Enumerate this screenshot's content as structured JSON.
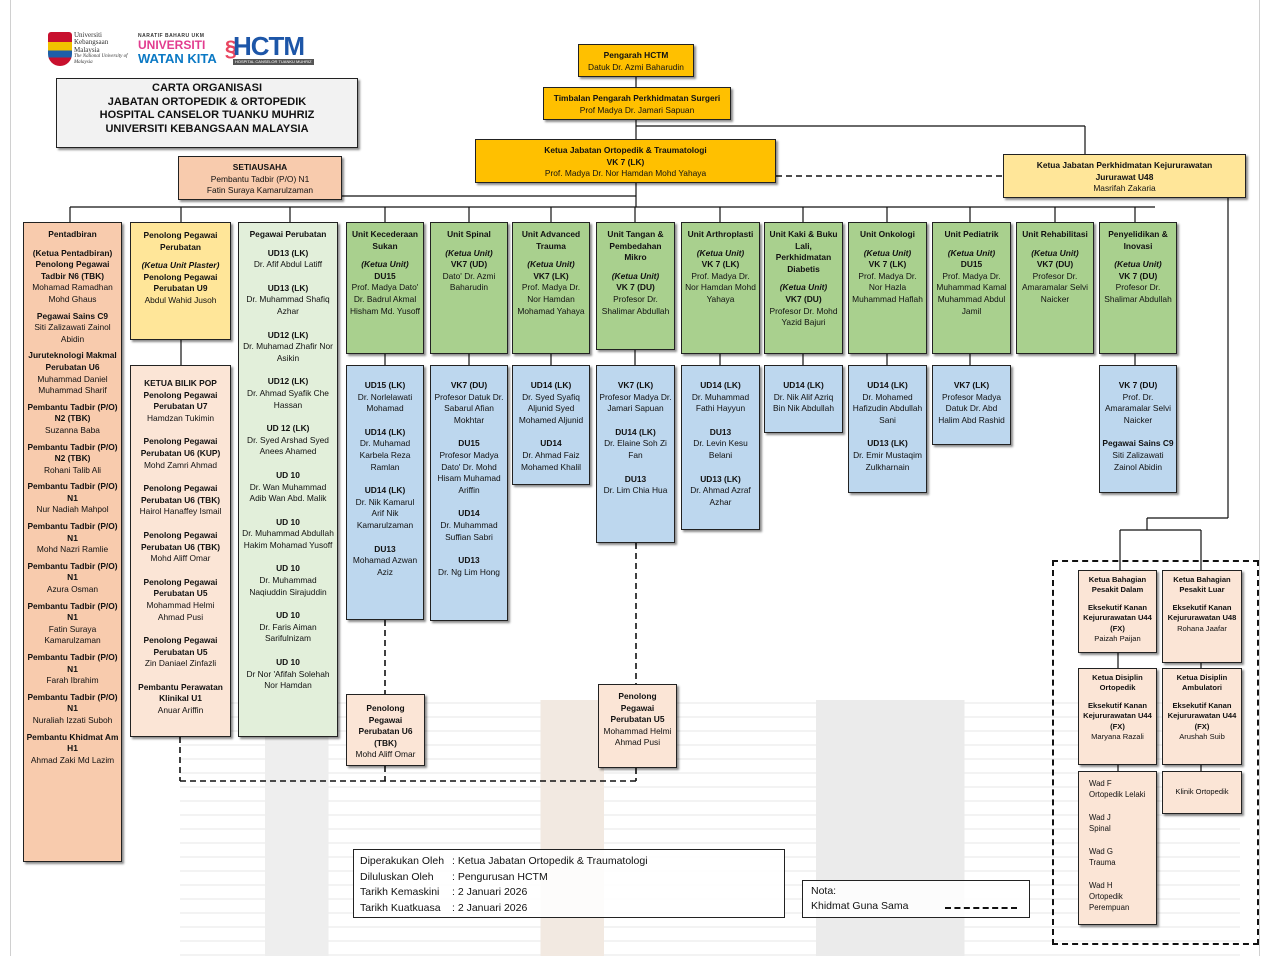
{
  "header": {
    "logos": {
      "ukm": [
        "Universiti",
        "Kebangsaan",
        "Malaysia",
        "The National University of Malaysia"
      ],
      "watan_kita": {
        "tagline": "NARATIF BAHARU UKM",
        "line1": "UNIVERSITI",
        "line2": "WATAN KITA"
      },
      "hctm": {
        "mark": "HCTM",
        "sub": "HOSPITAL CANSELOR TUANKU MUHRIZ"
      }
    },
    "title_lines": [
      "CARTA ORGANISASI",
      "JABATAN ORTOPEDIK & ORTOPEDIK",
      "HOSPITAL CANSELOR TUANKU MUHRIZ",
      "UNIVERSITI KEBANGSAAN MALAYSIA"
    ]
  },
  "top": {
    "pengarah": {
      "title": "Pengarah HCTM",
      "name": "Datuk Dr. Azmi Baharudin"
    },
    "timbalan": {
      "title": "Timbalan Pengarah Perkhidmatan Surgeri",
      "name": "Prof Madya Dr. Jamari Sapuan"
    },
    "ketua_jabatan": {
      "title": "Ketua Jabatan Ortopedik & Traumatologi",
      "grade": "VK 7 (LK)",
      "name": "Prof. Madya Dr. Nor Hamdan Mohd Yahaya"
    },
    "setiausaha": {
      "title": "SETIAUSAHA",
      "grade": "Pembantu Tadbir (P/O) N1",
      "name": "Fatin Suraya Kamarulzaman"
    },
    "kejururawatan": {
      "title": "Ketua Jabatan Perkhidmatan Kejururawatan",
      "grade": "Jururawat U48",
      "name": "Masrifah Zakaria"
    }
  },
  "pentadbiran": {
    "title": "Pentadbiran",
    "entries": [
      {
        "role": "(Ketua Pentadbiran) Penolong Pegawai Tadbir N6 (TBK)",
        "name": "Mohamad Ramadhan Mohd Ghaus"
      },
      {
        "role": "Pegawai Sains C9",
        "name": "Siti Zalizawati Zainol Abidin"
      },
      {
        "role": "Juruteknologi Makmal Perubatan U6",
        "name": "Muhammad Daniel Muhammad Sharif"
      },
      {
        "role": "Pembantu Tadbir (P/O) N2 (TBK)",
        "name": "Suzanna Baba"
      },
      {
        "role": "Pembantu Tadbir (P/O) N2 (TBK)",
        "name": "Rohani Talib Ali"
      },
      {
        "role": "Pembantu Tadbir (P/O) N1",
        "name": "Nur Nadiah Mahpol"
      },
      {
        "role": "Pembantu Tadbir (P/O) N1",
        "name": "Mohd Nazri Ramlie"
      },
      {
        "role": "Pembantu Tadbir (P/O) N1",
        "name": "Azura Osman"
      },
      {
        "role": "Pembantu Tadbir (P/O) N1",
        "name": "Fatin Suraya Kamarulzaman"
      },
      {
        "role": "Pembantu Tadbir (P/O) N1",
        "name": "Farah Ibrahim"
      },
      {
        "role": "Pembantu Tadbir (P/O) N1",
        "name": "Nuraliah Izzati Suboh"
      },
      {
        "role": "Pembantu Khidmat Am H1",
        "name": "Ahmad Zaki Md Lazim"
      }
    ]
  },
  "ppp": {
    "title": "Penolong Pegawai Perubatan",
    "sub_italic": "(Ketua Unit Plaster)",
    "role": "Penolong Pegawai Perubatan U9",
    "name": "Abdul Wahid Jusoh"
  },
  "bilik_pop": {
    "entries": [
      {
        "role": "KETUA BILIK POP Penolong Pegawai Perubatan U7",
        "name": "Hamdzan Tukimin"
      },
      {
        "role": "Penolong Pegawai Perubatan U6 (KUP)",
        "name": "Mohd Zamri Ahmad"
      },
      {
        "role": "Penolong Pegawai Perubatan U6 (TBK)",
        "name": "Hairol Hanaffey Ismail"
      },
      {
        "role": "Penolong Pegawai Perubatan U6 (TBK)",
        "name": "Mohd Aliff Omar"
      },
      {
        "role": "Penolong Pegawai Perubatan U5",
        "name": "Mohammad Helmi Ahmad Pusi"
      },
      {
        "role": "Penolong Pegawai Perubatan U5",
        "name": "Zin Daniael Zinfazli"
      },
      {
        "role": "Pembantu Perawatan Klinikal U1",
        "name": "Anuar Ariffin"
      }
    ]
  },
  "pegawai_perubatan": {
    "title": "Pegawai Perubatan",
    "entries": [
      {
        "grade": "UD13 (LK)",
        "name": "Dr. Afif Abdul Latiff"
      },
      {
        "grade": "UD13 (LK)",
        "name": "Dr. Muhammad Shafiq Azhar"
      },
      {
        "grade": "UD12 (LK)",
        "name": "Dr. Muhamad Zhafir Nor Asikin"
      },
      {
        "grade": "UD12 (LK)",
        "name": "Dr. Ahmad Syafik Che Hassan"
      },
      {
        "grade": "UD 12 (LK)",
        "name": "Dr. Syed Arshad Syed Anees Ahamed"
      },
      {
        "grade": "UD 10",
        "name": "Dr. Wan Muhammad Adib Wan Abd. Malik"
      },
      {
        "grade": "UD 10",
        "name": "Dr. Muhammad Abdullah Hakim Mohamad Yusoff"
      },
      {
        "grade": "UD 10",
        "name": "Dr. Muhammad Naqiuddin Sirajuddin"
      },
      {
        "grade": "UD 10",
        "name": "Dr. Faris Aiman Sarifulnizam"
      },
      {
        "grade": "UD 10",
        "name": "Dr Nor 'Afifah Solehah Nor Hamdan"
      }
    ]
  },
  "units": [
    {
      "name": "Unit Kecederaan Sukan",
      "head_label": "(Ketua Unit)",
      "grade": "DU15",
      "head": "Prof. Madya Dato' Dr. Badrul Akmal Hisham Md. Yusoff",
      "members": [
        {
          "grade": "UD15 (LK)",
          "name": "Dr. Norlelawati Mohamad"
        },
        {
          "grade": "UD14 (LK)",
          "name": "Dr. Muhamad Karbela Reza Ramlan"
        },
        {
          "grade": "UD14 (LK)",
          "name": "Dr. Nik Kamarul Arif Nik Kamarulzaman"
        },
        {
          "grade": "DU13",
          "name": "Mohamad Azwan Aziz"
        }
      ]
    },
    {
      "name": "Unit Spinal",
      "head_label": "(Ketua Unit)",
      "grade": "VK7 (UD)",
      "head": "Dato' Dr. Azmi Baharudin",
      "members": [
        {
          "grade": "VK7 (DU)",
          "name": "Profesor Datuk Dr. Sabarul Afian Mokhtar"
        },
        {
          "grade": "DU15",
          "name": "Profesor Madya Dato' Dr. Mohd Hisam Muhamad Ariffin"
        },
        {
          "grade": "UD14",
          "name": "Dr. Muhammad Suffian Sabri"
        },
        {
          "grade": "UD13",
          "name": "Dr. Ng Lim Hong"
        }
      ]
    },
    {
      "name": "Unit Advanced Trauma",
      "head_label": "(Ketua Unit)",
      "grade": "VK7 (LK)",
      "head": "Prof. Madya Dr. Nor Hamdan Mohamad Yahaya",
      "members": [
        {
          "grade": "UD14 (LK)",
          "name": "Dr. Syed Syafiq Aljunid Syed Mohamed Aljunid"
        },
        {
          "grade": "UD14",
          "name": "Dr. Ahmad Faiz Mohamed Khalil"
        }
      ]
    },
    {
      "name": "Unit Tangan & Pembedahan Mikro",
      "head_label": "(Ketua Unit)",
      "grade": "VK 7 (DU)",
      "head": "Profesor Dr. Shalimar Abdullah",
      "members": [
        {
          "grade": "VK7 (LK)",
          "name": "Profesor Madya Dr. Jamari Sapuan"
        },
        {
          "grade": "DU14 (LK)",
          "name": "Dr. Elaine Soh Zi Fan"
        },
        {
          "grade": "DU13",
          "name": "Dr. Lim Chia Hua"
        }
      ]
    },
    {
      "name": "Unit Arthroplasti",
      "head_label": "(Ketua Unit)",
      "grade": "VK 7 (LK)",
      "head": "Prof. Madya Dr. Nor Hamdan Mohd Yahaya",
      "members": [
        {
          "grade": "UD14 (LK)",
          "name": "Dr. Muhammad Fathi Hayyun"
        },
        {
          "grade": "DU13",
          "name": "Dr. Levin Kesu Belani"
        },
        {
          "grade": "UD13 (LK)",
          "name": "Dr. Ahmad Azraf Azhar"
        }
      ]
    },
    {
      "name": "Unit Kaki & Buku Lali, Perkhidmatan Diabetis",
      "head_label": "(Ketua Unit)",
      "grade": "VK7 (DU)",
      "head": "Profesor Dr. Mohd Yazid Bajuri",
      "members": [
        {
          "grade": "UD14 (LK)",
          "name": "Dr. Nik Alif Azriq Bin Nik Abdullah"
        }
      ]
    },
    {
      "name": "Unit Onkologi",
      "head_label": "(Ketua Unit)",
      "grade": "VK 7 (LK)",
      "head": "Prof. Madya Dr. Nor Hazla Muhammad Haflah",
      "members": [
        {
          "grade": "UD14 (LK)",
          "name": "Dr. Mohamed Hafizudin Abdullah Sani"
        },
        {
          "grade": "UD13 (LK)",
          "name": "Dr. Emir Mustaqim Zulkharnain"
        }
      ]
    },
    {
      "name": "Unit Pediatrik",
      "head_label": "(Ketua Unit)",
      "grade": "DU15",
      "head": "Prof. Madya Dr. Muhammad Kamal Muhammad Abdul Jamil",
      "members": [
        {
          "grade": "VK7 (LK)",
          "name": "Profesor Madya Datuk Dr. Abd Halim Abd Rashid"
        }
      ]
    },
    {
      "name": "Unit Rehabilitasi",
      "head_label": "(Ketua Unit)",
      "grade": "VK7 (DU)",
      "head": "Profesor Dr. Amaramalar Selvi Naicker",
      "members": []
    },
    {
      "name": "Penyelidikan & Inovasi",
      "head_label": "(Ketua Unit)",
      "grade": "VK 7 (DU)",
      "head": "Profesor Dr. Shalimar Abdullah",
      "members": [
        {
          "grade": "VK 7 (DU)",
          "name": "Prof. Dr. Amaramalar Selvi Naicker"
        },
        {
          "grade": "Pegawai Sains C9",
          "name": "Siti Zalizawati Zainol Abidin"
        }
      ]
    }
  ],
  "shared_services": [
    {
      "role": "Penolong Pegawai Perubatan U6 (TBK)",
      "name": "Mohd Aliff Omar"
    },
    {
      "role": "Penolong Pegawai Perubatan U5",
      "name": "Mohammad Helmi Ahmad Pusi"
    }
  ],
  "nursing": {
    "pesakit_dalam": {
      "title": "Ketua Bahagian Pesakit Dalam",
      "role": "Eksekutif Kanan Kejururawatan U44 (FX)",
      "name": "Paizah Paijan"
    },
    "pesakit_luar": {
      "title": "Ketua Bahagian Pesakit Luar",
      "role": "Eksekutif Kanan Kejururawatan U48",
      "name": "Rohana Jaafar"
    },
    "disiplin_ortopedik": {
      "title": "Ketua Disiplin Ortopedik",
      "role": "Eksekutif Kanan Kejururawatan U44 (FX)",
      "name": "Maryana Razali"
    },
    "disiplin_ambulatori": {
      "title": "Ketua Disiplin Ambulatori",
      "role": "Eksekutif Kanan Kejururawatan U44 (FX)",
      "name": "Arushah Suib"
    },
    "wards": [
      {
        "ward": "Wad F",
        "desc": "Ortopedik Lelaki"
      },
      {
        "ward": "Wad J",
        "desc": "Spinal"
      },
      {
        "ward": "Wad G",
        "desc": "Trauma"
      },
      {
        "ward": "Wad H",
        "desc": "Ortopedik Perempuan"
      }
    ],
    "klinik": "Klinik Ortopedik"
  },
  "footer": {
    "rows": [
      {
        "key": "Diperakukan Oleh",
        "value": ": Ketua Jabatan Ortopedik & Traumatologi"
      },
      {
        "key": "Diluluskan Oleh",
        "value": ": Pengurusan HCTM"
      },
      {
        "key": "Tarikh Kemaskini",
        "value": ": 2 Januari 2026"
      },
      {
        "key": "Tarikh Kuatkuasa",
        "value": ": 2 Januari 2026"
      }
    ],
    "nota_label": "Nota:",
    "nota_text": "Khidmat Guna Sama"
  },
  "colors": {
    "leadership": "#ffc000",
    "nursing_head": "#ffe699",
    "admin": "#f8cbad",
    "staff": "#fbe5d6",
    "unit": "#a9d08e",
    "unit_members": "#bdd7ee",
    "medical_officers": "#e2efda"
  }
}
